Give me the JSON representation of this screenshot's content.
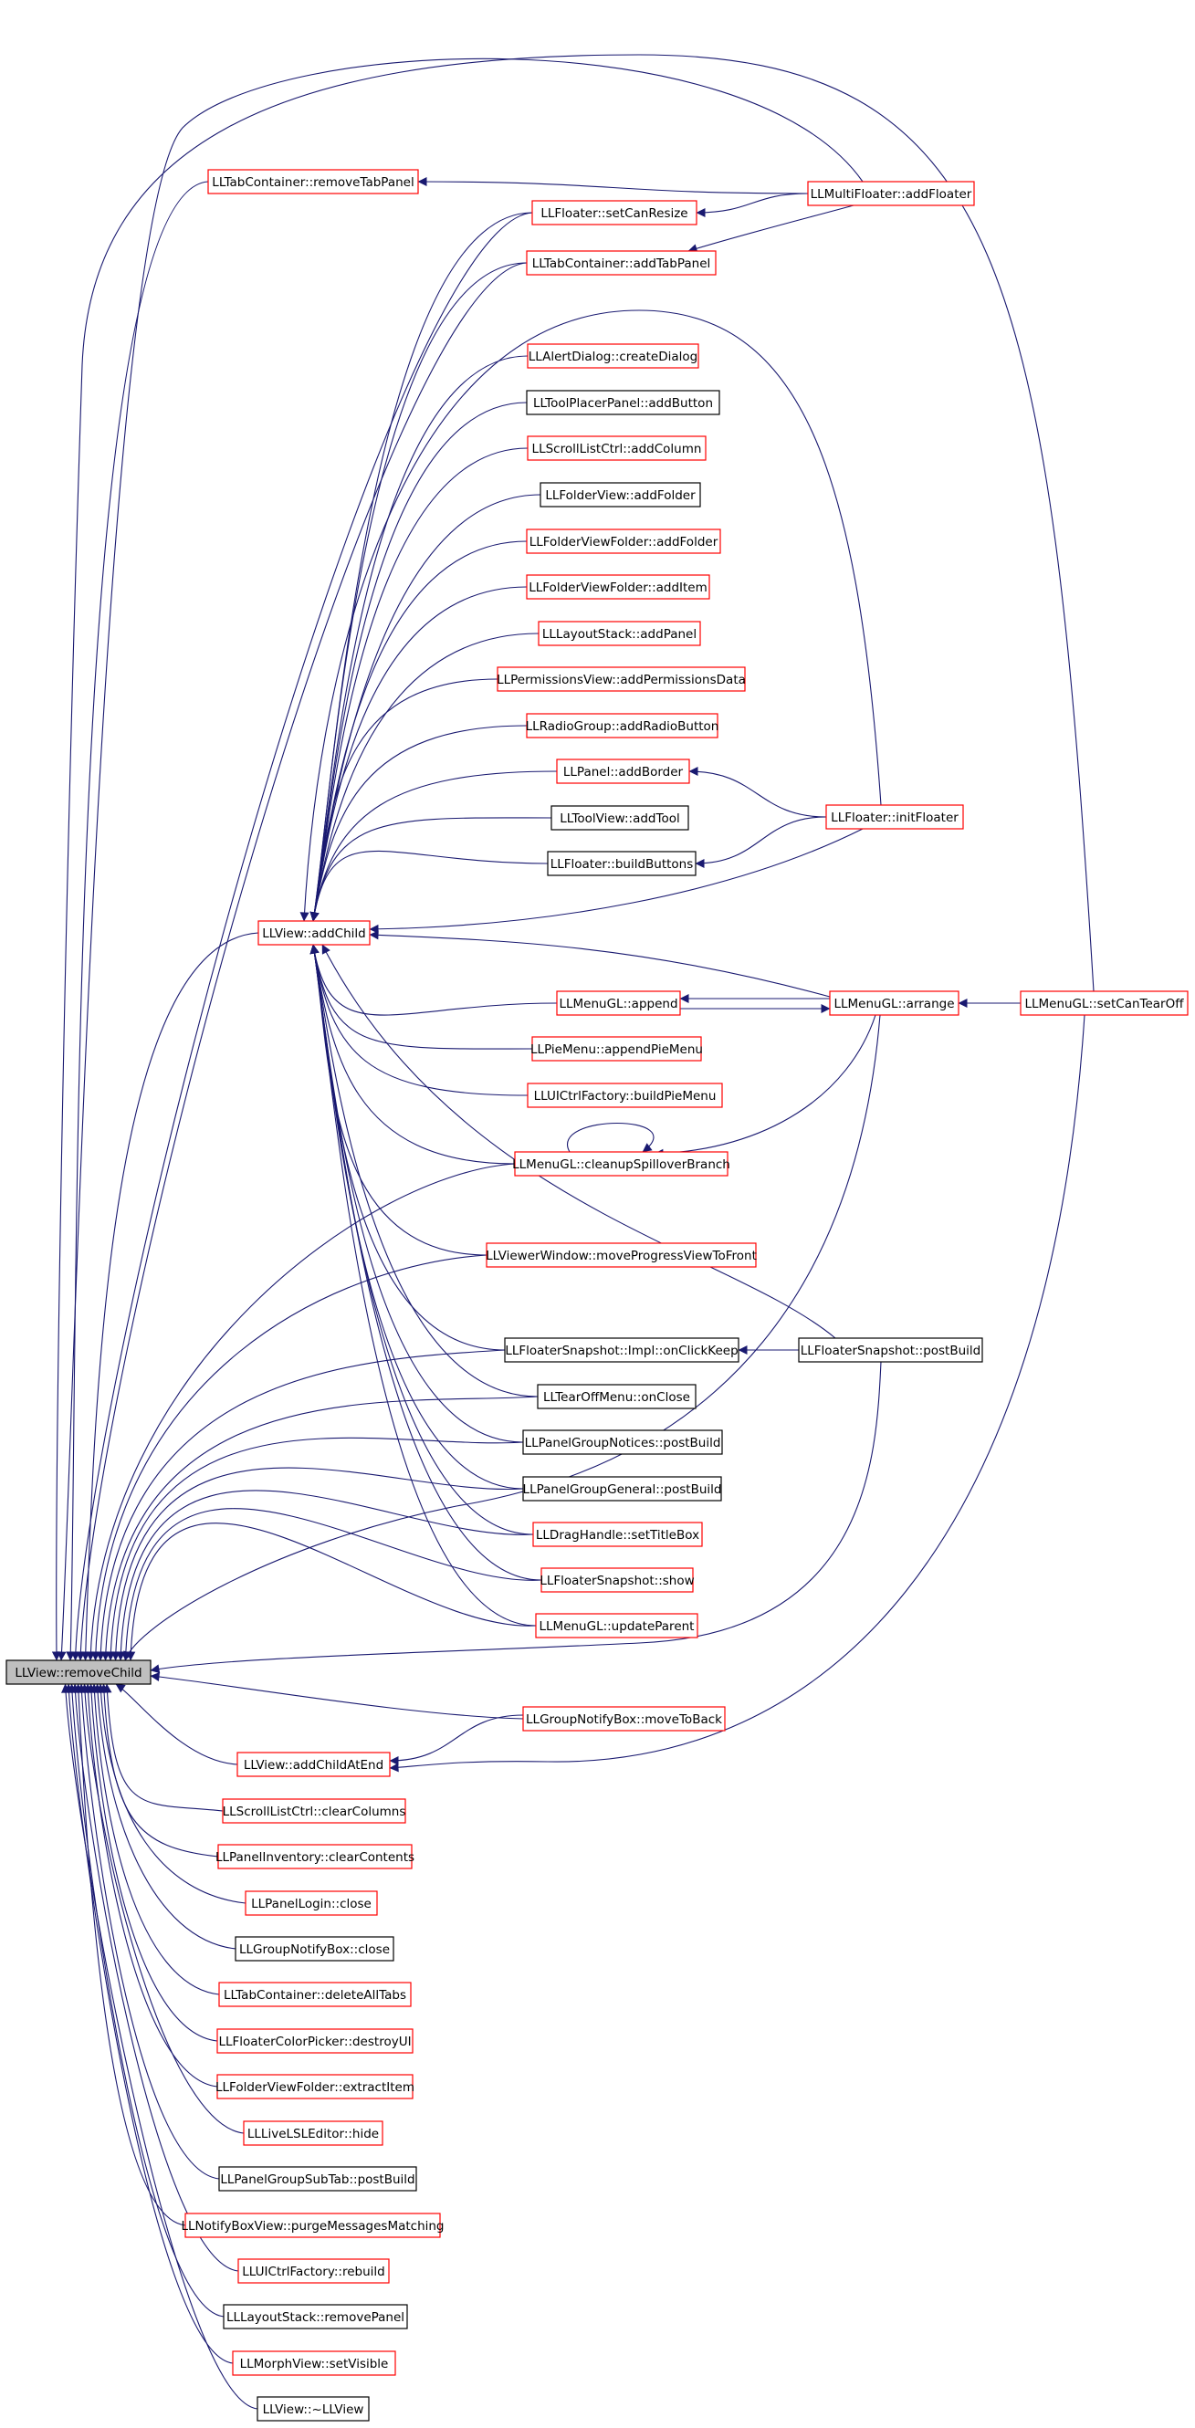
{
  "colors": {
    "edge": "#191970",
    "border_documented": "#ff0000",
    "border_plain": "#000000",
    "root_fill": "#bfbfbf",
    "node_fill": "#ffffff"
  },
  "root": {
    "label": "LLView::removeChild"
  },
  "nodes": [
    {
      "id": "n_tab_remove",
      "label": "LLTabContainer::removeTabPanel",
      "border": "red"
    },
    {
      "id": "n_multi_add",
      "label": "LLMultiFloater::addFloater",
      "border": "red"
    },
    {
      "id": "n_set_resize",
      "label": "LLFloater::setCanResize",
      "border": "red"
    },
    {
      "id": "n_tab_add",
      "label": "LLTabContainer::addTabPanel",
      "border": "red"
    },
    {
      "id": "n_alert",
      "label": "LLAlertDialog::createDialog",
      "border": "red"
    },
    {
      "id": "n_toolplacer",
      "label": "LLToolPlacerPanel::addButton",
      "border": "black"
    },
    {
      "id": "n_scroll_addcol",
      "label": "LLScrollListCtrl::addColumn",
      "border": "red"
    },
    {
      "id": "n_fv_addfolder",
      "label": "LLFolderView::addFolder",
      "border": "black"
    },
    {
      "id": "n_fvf_addfolder",
      "label": "LLFolderViewFolder::addFolder",
      "border": "red"
    },
    {
      "id": "n_fvf_additem",
      "label": "LLFolderViewFolder::addItem",
      "border": "red"
    },
    {
      "id": "n_layout_add",
      "label": "LLLayoutStack::addPanel",
      "border": "red"
    },
    {
      "id": "n_perm",
      "label": "LLPermissionsView::addPermissionsData",
      "border": "red"
    },
    {
      "id": "n_radio",
      "label": "LLRadioGroup::addRadioButton",
      "border": "red"
    },
    {
      "id": "n_panel_border",
      "label": "LLPanel::addBorder",
      "border": "red"
    },
    {
      "id": "n_init_floater",
      "label": "LLFloater::initFloater",
      "border": "red"
    },
    {
      "id": "n_toolview",
      "label": "LLToolView::addTool",
      "border": "black"
    },
    {
      "id": "n_build_buttons",
      "label": "LLFloater::buildButtons",
      "border": "black"
    },
    {
      "id": "n_addchild",
      "label": "LLView::addChild",
      "border": "red"
    },
    {
      "id": "n_menu_append",
      "label": "LLMenuGL::append",
      "border": "red"
    },
    {
      "id": "n_arrange",
      "label": "LLMenuGL::arrange",
      "border": "red"
    },
    {
      "id": "n_tearoff",
      "label": "LLMenuGL::setCanTearOff",
      "border": "red"
    },
    {
      "id": "n_pie_append",
      "label": "LLPieMenu::appendPieMenu",
      "border": "red"
    },
    {
      "id": "n_uictrl_pie",
      "label": "LLUICtrlFactory::buildPieMenu",
      "border": "red"
    },
    {
      "id": "n_spillover",
      "label": "LLMenuGL::cleanupSpilloverBranch",
      "border": "red"
    },
    {
      "id": "n_progress",
      "label": "LLViewerWindow::moveProgressViewToFront",
      "border": "red"
    },
    {
      "id": "n_snap_keep",
      "label": "LLFloaterSnapshot::Impl::onClickKeep",
      "border": "black"
    },
    {
      "id": "n_snap_post",
      "label": "LLFloaterSnapshot::postBuild",
      "border": "black"
    },
    {
      "id": "n_tearoff_close",
      "label": "LLTearOffMenu::onClose",
      "border": "black"
    },
    {
      "id": "n_notices",
      "label": "LLPanelGroupNotices::postBuild",
      "border": "black"
    },
    {
      "id": "n_general",
      "label": "LLPanelGroupGeneral::postBuild",
      "border": "black"
    },
    {
      "id": "n_drag",
      "label": "LLDragHandle::setTitleBox",
      "border": "red"
    },
    {
      "id": "n_snap_show",
      "label": "LLFloaterSnapshot::show",
      "border": "red"
    },
    {
      "id": "n_update_parent",
      "label": "LLMenuGL::updateParent",
      "border": "red"
    },
    {
      "id": "n_notify_back",
      "label": "LLGroupNotifyBox::moveToBack",
      "border": "red"
    },
    {
      "id": "n_addchild_end",
      "label": "LLView::addChildAtEnd",
      "border": "red"
    },
    {
      "id": "n_clear_cols",
      "label": "LLScrollListCtrl::clearColumns",
      "border": "red"
    },
    {
      "id": "n_inv_clear",
      "label": "LLPanelInventory::clearContents",
      "border": "red"
    },
    {
      "id": "n_login_close",
      "label": "LLPanelLogin::close",
      "border": "red"
    },
    {
      "id": "n_notify_close",
      "label": "LLGroupNotifyBox::close",
      "border": "black"
    },
    {
      "id": "n_delete_tabs",
      "label": "LLTabContainer::deleteAllTabs",
      "border": "red"
    },
    {
      "id": "n_color_destroy",
      "label": "LLFloaterColorPicker::destroyUI",
      "border": "red"
    },
    {
      "id": "n_extract",
      "label": "LLFolderViewFolder::extractItem",
      "border": "red"
    },
    {
      "id": "n_lsl_hide",
      "label": "LLLiveLSLEditor::hide",
      "border": "red"
    },
    {
      "id": "n_subtab",
      "label": "LLPanelGroupSubTab::postBuild",
      "border": "black"
    },
    {
      "id": "n_purge",
      "label": "LLNotifyBoxView::purgeMessagesMatching",
      "border": "red"
    },
    {
      "id": "n_rebuild",
      "label": "LLUICtrlFactory::rebuild",
      "border": "red"
    },
    {
      "id": "n_layout_remove",
      "label": "LLLayoutStack::removePanel",
      "border": "black"
    },
    {
      "id": "n_morph",
      "label": "LLMorphView::setVisible",
      "border": "red"
    },
    {
      "id": "n_destructor",
      "label": "LLView::~LLView",
      "border": "black"
    }
  ]
}
